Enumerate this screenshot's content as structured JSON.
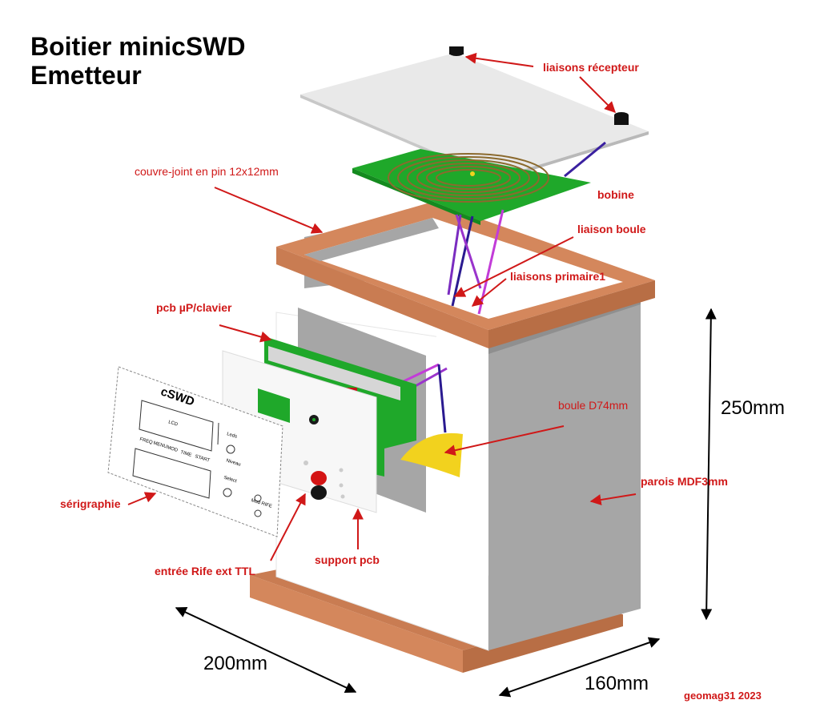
{
  "title": {
    "line1": "Boitier minicSWD",
    "line2": "Emetteur"
  },
  "labels": {
    "liaisons_recepteur": "liaisons récepteur",
    "couvre_joint": "couvre-joint en pin 12x12mm",
    "bobine": "bobine",
    "liaison_boule": "liaison boule",
    "liaisons_primaire": "liaisons primaire1",
    "pcb_up_clavier": "pcb µP/clavier",
    "boule": "boule D74mm",
    "parois": "parois MDF3mm",
    "serigraphie": "sérigraphie",
    "entree_rife": "entrée Rife ext TTL",
    "support_pcb": "support pcb"
  },
  "dimensions": {
    "height": "250mm",
    "width": "200mm",
    "depth": "160mm"
  },
  "credit": "geomag31 2023",
  "silkscreen": {
    "brand": "cSWD",
    "lcd": "LCD",
    "keys": [
      "FREQ",
      "MENU",
      "MOD",
      "TIME",
      "START"
    ],
    "leds": "Leds",
    "niveau": "Niveau",
    "select": "Select",
    "mod_rife": "Mod RIFE"
  },
  "colors": {
    "wood": "#d4875c",
    "wall": "#a6a6a6",
    "pcb": "#1fa82a",
    "arrow": "#d01818",
    "gold": "#f2d21e"
  }
}
